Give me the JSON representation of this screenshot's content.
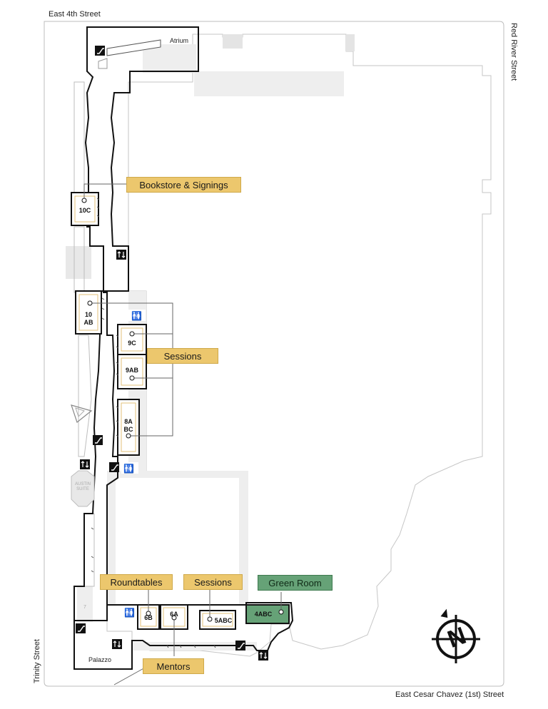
{
  "streets": {
    "north": "East 4th Street",
    "east": "Red River Street",
    "west": "Trinity Street",
    "south": "East Cesar Chavez (1st) Street"
  },
  "areas": {
    "atrium": "Atrium",
    "palazzo": "Palazzo",
    "austin_suite": "AUSTIN SUITE",
    "room_7": "7"
  },
  "rooms": {
    "r10c": "10C",
    "r10ab_1": "10",
    "r10ab_2": "AB",
    "r9c": "9C",
    "r9ab": "9AB",
    "r8abc_1": "8A",
    "r8abc_2": "BC",
    "r6b": "6B",
    "r6a": "6A",
    "r5abc": "5ABC",
    "r4abc": "4ABC"
  },
  "callouts": {
    "bookstore": "Bookstore & Signings",
    "sessions_upper": "Sessions",
    "roundtables": "Roundtables",
    "sessions_lower": "Sessions",
    "green_room": "Green Room",
    "mentors": "Mentors"
  },
  "compass": {
    "letter": "N"
  },
  "colors": {
    "callout_yellow": "#ecc76d",
    "callout_green": "#66a277",
    "building_gray": "#eeeeee",
    "outline": "#111111"
  }
}
